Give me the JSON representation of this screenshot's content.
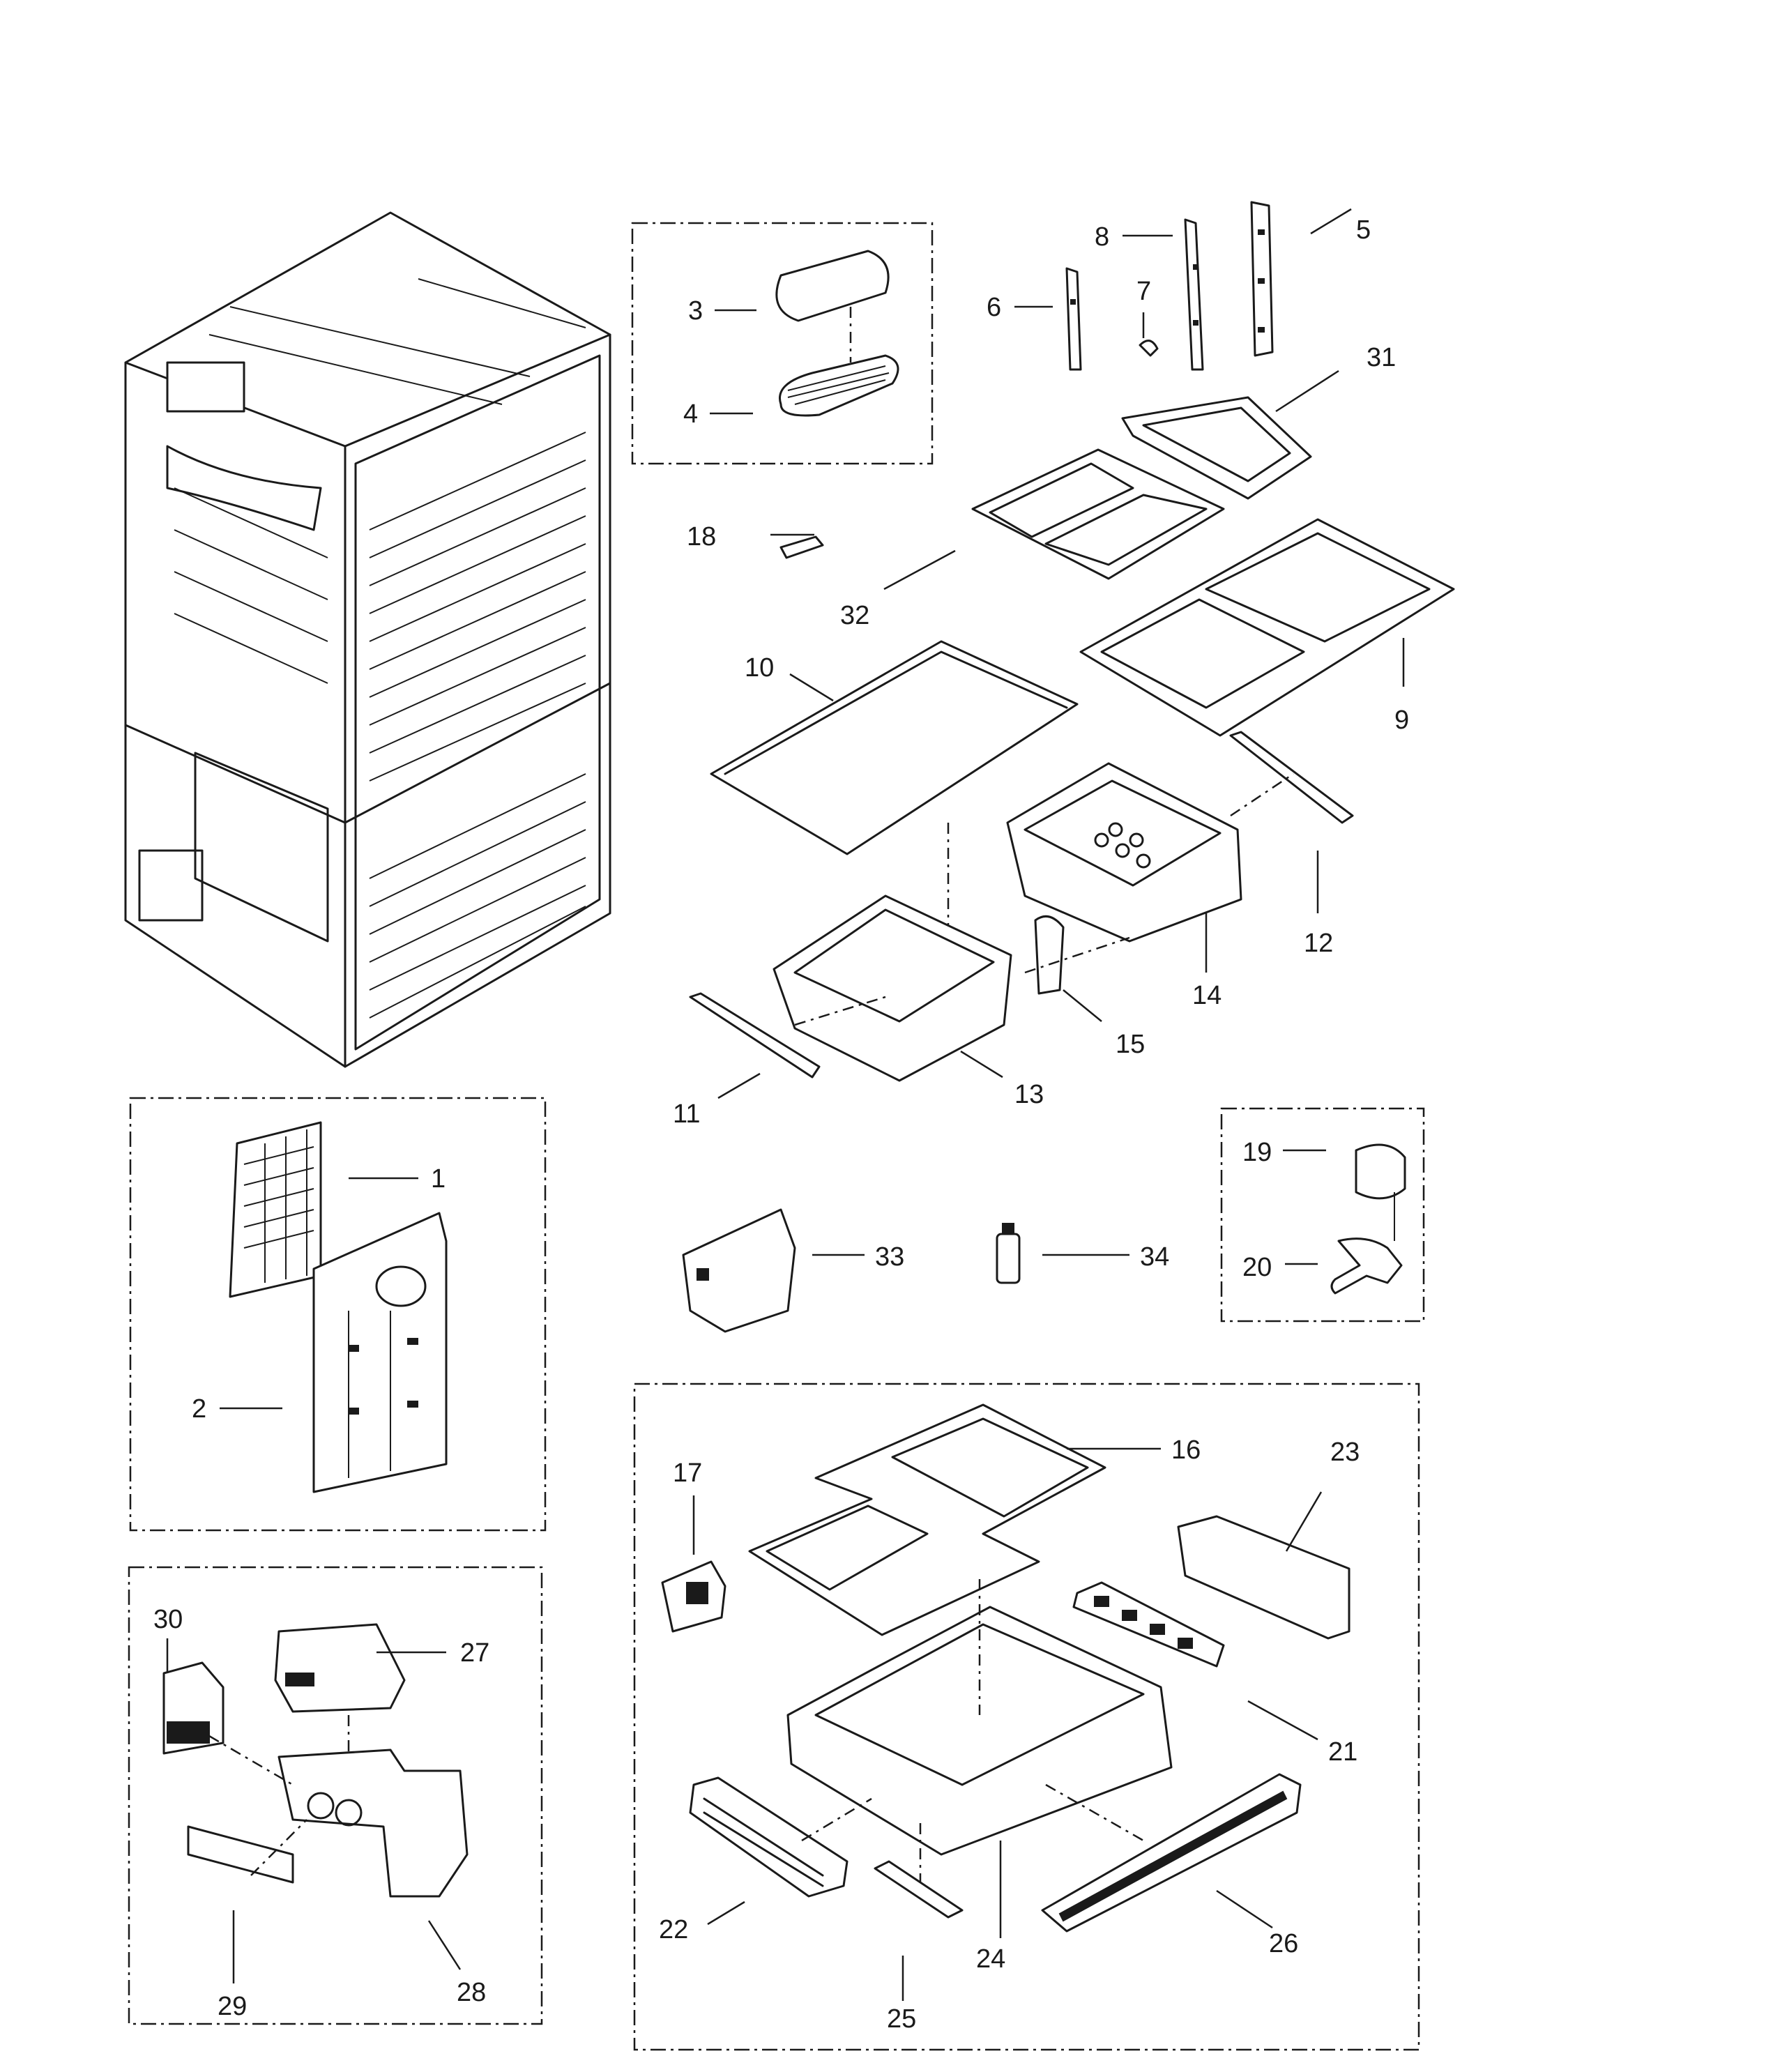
{
  "diagram": {
    "callouts": {
      "c1": "1",
      "c2": "2",
      "c3": "3",
      "c4": "4",
      "c5": "5",
      "c6": "6",
      "c7": "7",
      "c8": "8",
      "c9": "9",
      "c10": "10",
      "c11": "11",
      "c12": "12",
      "c13": "13",
      "c14": "14",
      "c15": "15",
      "c16": "16",
      "c17": "17",
      "c18": "18",
      "c19": "19",
      "c20": "20",
      "c21": "21",
      "c22": "22",
      "c23": "23",
      "c24": "24",
      "c25": "25",
      "c26": "26",
      "c27": "27",
      "c28": "28",
      "c29": "29",
      "c30": "30",
      "c31": "31",
      "c32": "32",
      "c33": "33",
      "c34": "34"
    }
  }
}
